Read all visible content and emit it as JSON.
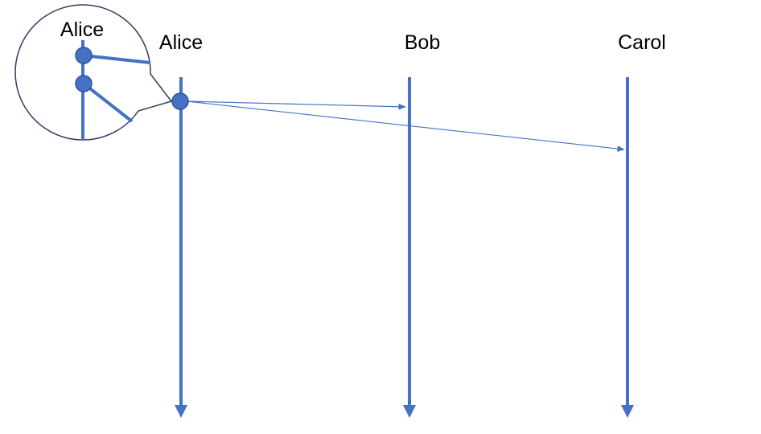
{
  "colors": {
    "lifeline": "#4472C4",
    "event_fill": "#4472C4",
    "event_stroke": "#2F5597",
    "callout_stroke": "#2F3D5F",
    "message": "#4472C4",
    "background": "#FFFFFF"
  },
  "participants": [
    {
      "id": "alice",
      "label": "Alice"
    },
    {
      "id": "bob",
      "label": "Bob"
    },
    {
      "id": "carol",
      "label": "Carol"
    }
  ],
  "messages": [
    {
      "from": "alice",
      "to": "bob"
    },
    {
      "from": "alice",
      "to": "carol"
    }
  ],
  "zoom_callout": {
    "participant_label": "Alice",
    "event_count": 2
  }
}
